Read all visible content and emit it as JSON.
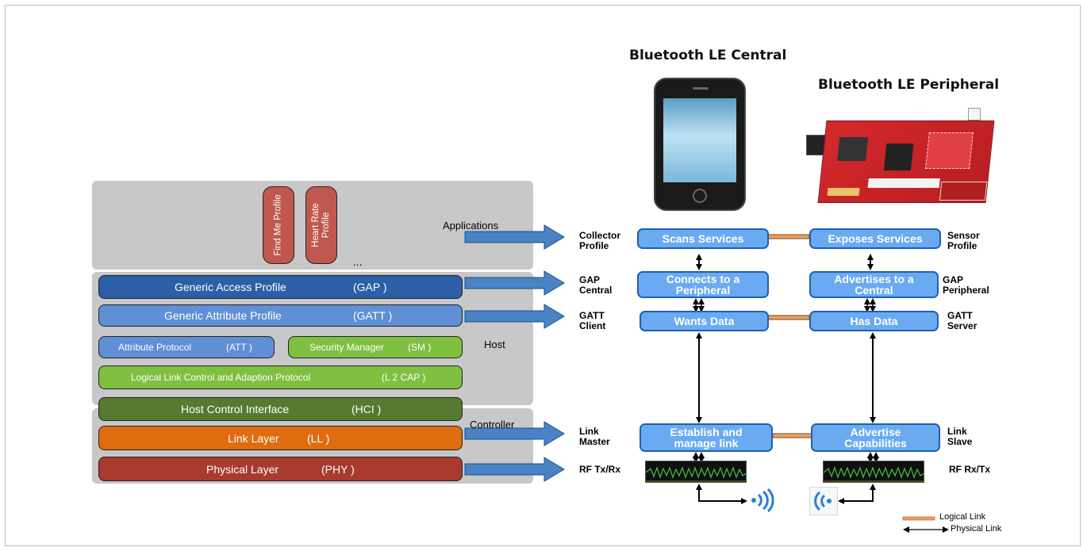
{
  "headers": {
    "central": "Bluetooth LE Central",
    "peripheral": "Bluetooth LE Peripheral"
  },
  "stack": {
    "profiles": [
      "Find Me Profile",
      "Heart Rate Profile"
    ],
    "ellipsis": "...",
    "applications_label": "Applications",
    "host_label": "Host",
    "controller_label": "Controller",
    "layers": {
      "gap": {
        "name": "Generic Access Profile",
        "abbr": "(GAP )"
      },
      "gatt": {
        "name": "Generic Attribute Profile",
        "abbr": "(GATT )"
      },
      "att": {
        "name": "Attribute Protocol",
        "abbr": "(ATT )"
      },
      "sm": {
        "name": "Security Manager",
        "abbr": "(SM )"
      },
      "l2cap": {
        "name": "Logical Link Control and Adaption Protocol",
        "abbr": "(L 2 CAP )"
      },
      "hci": {
        "name": "Host Control Interface",
        "abbr": "(HCI )"
      },
      "ll": {
        "name": "Link Layer",
        "abbr": "(LL )"
      },
      "phy": {
        "name": "Physical Layer",
        "abbr": "(PHY )"
      }
    }
  },
  "left_labels": {
    "collector": [
      "Collector",
      "Profile"
    ],
    "gap_central": [
      "GAP",
      "Central"
    ],
    "gatt_client": [
      "GATT",
      "Client"
    ],
    "link_master": [
      "Link",
      "Master"
    ],
    "rf": "RF Tx/Rx"
  },
  "right_labels": {
    "sensor": [
      "Sensor",
      "Profile"
    ],
    "gap_peripheral": [
      "GAP",
      "Peripheral"
    ],
    "gatt_server": [
      "GATT",
      "Server"
    ],
    "link_slave": [
      "Link",
      "Slave"
    ],
    "rf": "RF Rx/Tx"
  },
  "central_blocks": {
    "scans": "Scans Services",
    "connects": [
      "Connects to a",
      "Peripheral"
    ],
    "wants": "Wants Data",
    "establish": [
      "Establish and",
      "manage link"
    ]
  },
  "peripheral_blocks": {
    "exposes": "Exposes Services",
    "advertises": [
      "Advertises to a",
      "Central"
    ],
    "has": "Has Data",
    "advertise_cap": [
      "Advertise",
      "Capabilities"
    ]
  },
  "legend": {
    "logical": "Logical Link",
    "physical": "Physical Link"
  },
  "colors": {
    "panel": "#c8c8c8",
    "gap": "#2d5fa6",
    "gatt": "#5f8fd6",
    "att": "#5f8fd6",
    "sm": "#7fc040",
    "l2cap": "#7fc040",
    "hci": "#557a30",
    "ll": "#e06c10",
    "phy": "#a83a30",
    "block": "#6aaaf0",
    "arrow": "#4a82c6",
    "logical_link": "#f0a060"
  }
}
